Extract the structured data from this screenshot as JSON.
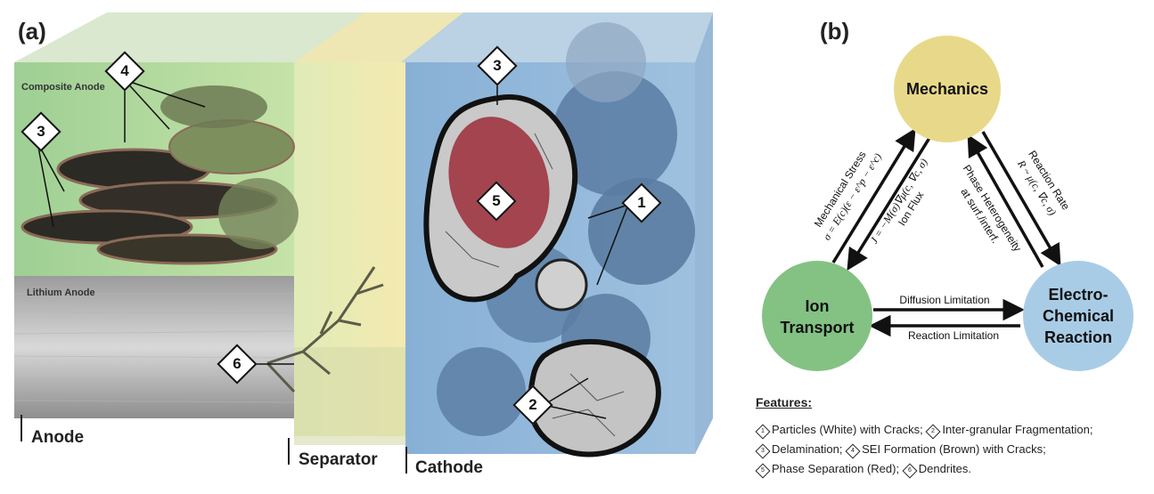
{
  "panel_a_label": "(a)",
  "panel_b_label": "(b)",
  "regions": {
    "anode": "Anode",
    "separator": "Separator",
    "cathode": "Cathode",
    "composite_anode": "Composite Anode",
    "lithium_anode": "Lithium Anode"
  },
  "markers": [
    "1",
    "2",
    "3",
    "4",
    "5",
    "6"
  ],
  "nodes": {
    "mechanics": "Mechanics",
    "ion_transport_1": "Ion",
    "ion_transport_2": "Transport",
    "echem_1": "Electro-",
    "echem_2": "Chemical",
    "echem_3": "Reaction"
  },
  "edge_labels": {
    "mech_stress": "Mechanical Stress",
    "mech_stress_eq": "σ = E(c)(ε − ε^p − ε^c)",
    "ion_flux_eq": "J = −M(σ)∇μ(c, ∇c, σ)",
    "ion_flux": "Ion Flux",
    "reaction_rate": "Reaction Rate",
    "reaction_rate_eq": "R ~ μ(c, ∇c, σ)",
    "phase_het_1": "Phase Heterogeneity",
    "phase_het_2": "at surf./interf.",
    "diffusion_limitation": "Diffusion Limitation",
    "reaction_limitation": "Reaction Limitation"
  },
  "features": {
    "title": "Features:",
    "f1": "Particles (White) with Cracks;",
    "f2": "Inter-granular Fragmentation;",
    "f3": "Delamination;",
    "f4": "SEI Formation (Brown) with Cracks;",
    "f5": "Phase Separation (Red);",
    "f6": "Dendrites."
  },
  "colors": {
    "mechanics": "#e8d98a",
    "ion_transport": "#84c283",
    "electrochemical": "#a9cce6",
    "anode_green": "#a8d49a",
    "separator_yellow": "#eee6a3",
    "cathode_blue": "#8fb4d6",
    "particle_gray": "#c8c8c8",
    "particle_red": "#a3444f",
    "sei_brown": "#8b6a58"
  }
}
